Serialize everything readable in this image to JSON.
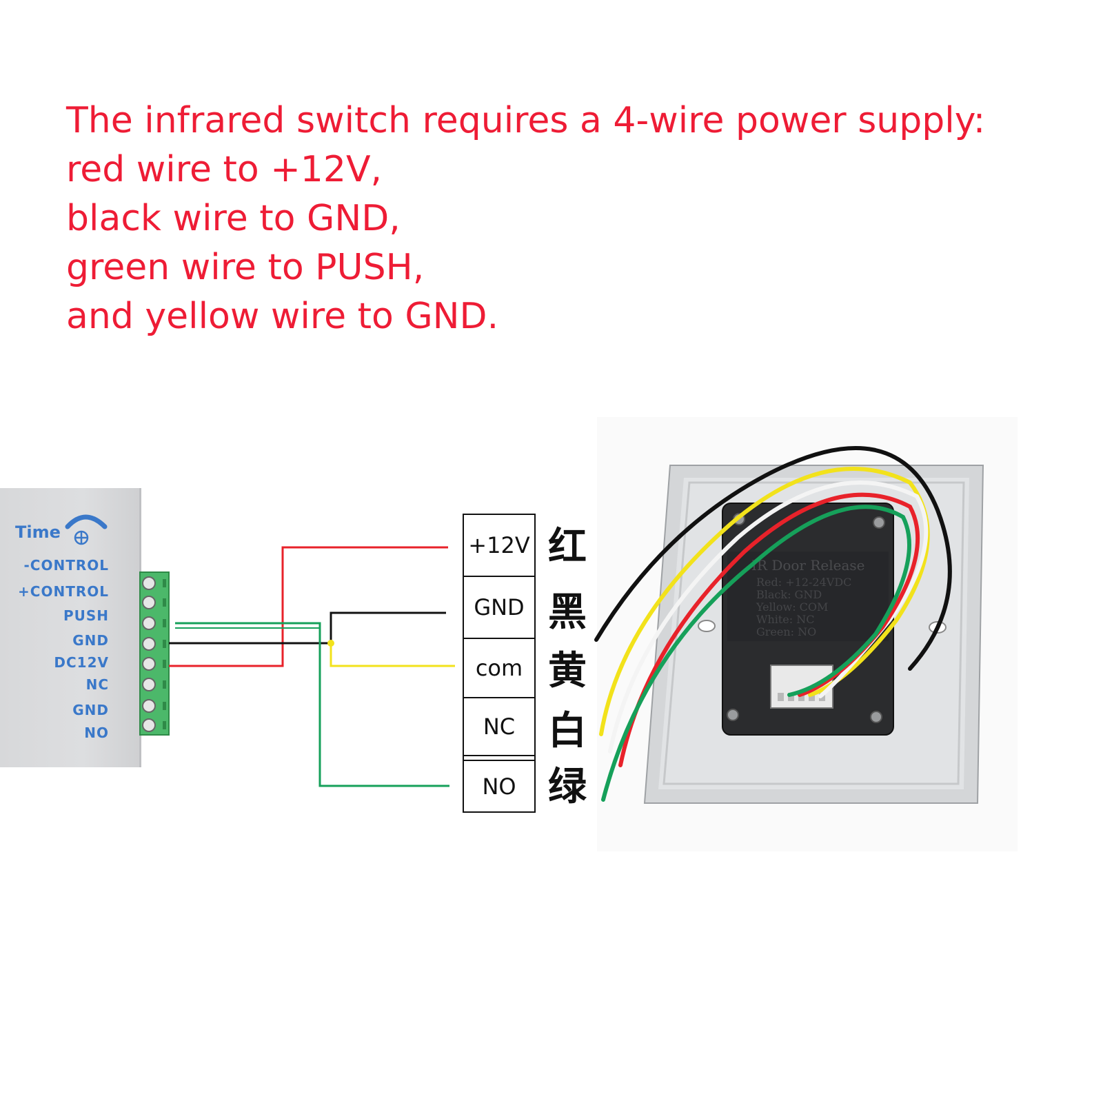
{
  "instructions": [
    "The infrared switch requires a 4-wire power supply:",
    "red wire to +12V,",
    "black wire to GND,",
    "green wire to PUSH,",
    "and yellow wire to GND."
  ],
  "controller": {
    "time_label": "Time",
    "terminals": [
      "-CONTROL",
      "+CONTROL",
      "PUSH",
      "GND",
      "DC12V",
      "NC",
      "GND",
      "NO"
    ]
  },
  "switch_terminals": [
    {
      "label": "+12V",
      "cn": "红"
    },
    {
      "label": "GND",
      "cn": "黑"
    },
    {
      "label": "com",
      "cn": "黄"
    },
    {
      "label": "NC",
      "cn": "白"
    },
    {
      "label": "NO",
      "cn": "绿"
    }
  ],
  "device_label": {
    "title": "IR Door Release",
    "lines": [
      "Red: +12-24VDC",
      "Black: GND",
      "Yellow: COM",
      "White: NC",
      "Green: NO"
    ]
  },
  "colors": {
    "text_red": "#ee1c35",
    "wire_red": "#e8222a",
    "wire_black": "#111111",
    "wire_yellow": "#f2e21b",
    "wire_green": "#16a05a",
    "wire_white": "#f4f4f4",
    "terminal_green": "#4cb86a",
    "label_blue": "#3a78c9"
  }
}
